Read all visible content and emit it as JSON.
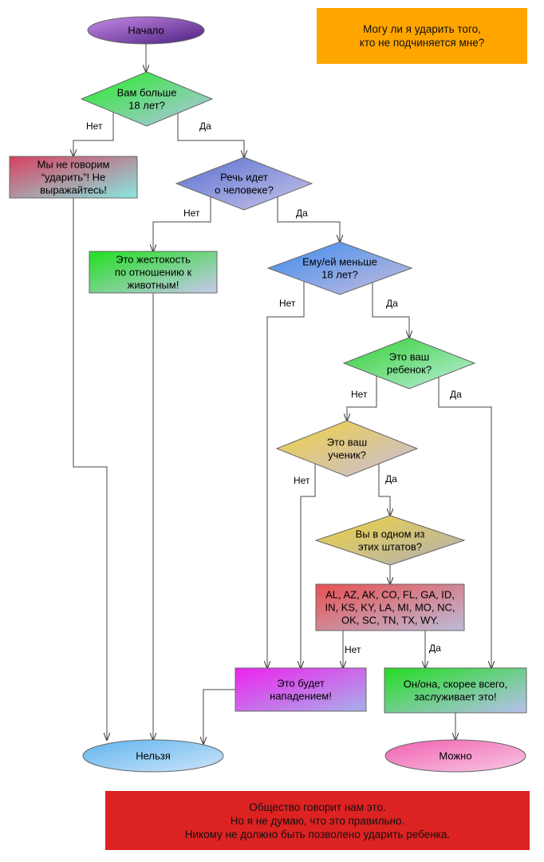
{
  "title_box": {
    "lines": [
      "Могу ли я ударить того,",
      "кто не подчиняется мне?"
    ],
    "color": "#ffa500"
  },
  "footer_box": {
    "lines": [
      "Общество говорит нам это.",
      "Но я не думаю, что это правильно.",
      "Никому не должно быть позволено ударить ребенка."
    ],
    "color": "#dd2222"
  },
  "nodes": {
    "start": {
      "lines": [
        "Начало"
      ],
      "shape": "ellipse"
    },
    "q_over18": {
      "lines": [
        "Вам больше",
        "18 лет?"
      ],
      "shape": "diamond"
    },
    "box_no_word": {
      "lines": [
        "Мы не говорим",
        "“ударить”! Не",
        "выражайтесь!"
      ],
      "shape": "rect"
    },
    "q_human": {
      "lines": [
        "Речь идет",
        "о человеке?"
      ],
      "shape": "diamond"
    },
    "box_animals": {
      "lines": [
        "Это жестокость",
        "по отношению к",
        "животным!"
      ],
      "shape": "rect"
    },
    "q_under18": {
      "lines": [
        "Ему/ей меньше",
        "18 лет?"
      ],
      "shape": "diamond"
    },
    "q_your_child": {
      "lines": [
        "Это ваш",
        "ребенок?"
      ],
      "shape": "diamond"
    },
    "q_student": {
      "lines": [
        "Это ваш",
        "ученик?"
      ],
      "shape": "diamond"
    },
    "q_states": {
      "lines": [
        "Вы в одном из",
        "этих штатов?"
      ],
      "shape": "diamond"
    },
    "box_states": {
      "lines": [
        "AL, AZ, AK, CO, FL, GA, ID,",
        "IN, KS, KY, LA, MI, MO, NC,",
        "OK, SC, TN, TX, WY."
      ],
      "shape": "rect"
    },
    "box_assault": {
      "lines": [
        "Это будет",
        "нападением!"
      ],
      "shape": "rect"
    },
    "box_deserves": {
      "lines": [
        "Он/она, скорее всего,",
        "заслуживает это!"
      ],
      "shape": "rect"
    },
    "end_no": {
      "lines": [
        "Нельзя"
      ],
      "shape": "ellipse"
    },
    "end_yes": {
      "lines": [
        "Можно"
      ],
      "shape": "ellipse"
    }
  },
  "edges": [
    {
      "from": "start",
      "to": "q_over18",
      "label": ""
    },
    {
      "from": "q_over18",
      "to": "box_no_word",
      "label": "Нет"
    },
    {
      "from": "q_over18",
      "to": "q_human",
      "label": "Да"
    },
    {
      "from": "box_no_word",
      "to": "end_no",
      "label": ""
    },
    {
      "from": "q_human",
      "to": "box_animals",
      "label": "Нет"
    },
    {
      "from": "q_human",
      "to": "q_under18",
      "label": "Да"
    },
    {
      "from": "box_animals",
      "to": "end_no",
      "label": ""
    },
    {
      "from": "q_under18",
      "to": "box_assault",
      "label": "Нет"
    },
    {
      "from": "q_under18",
      "to": "q_your_child",
      "label": "Да"
    },
    {
      "from": "q_your_child",
      "to": "q_student",
      "label": "Нет"
    },
    {
      "from": "q_your_child",
      "to": "box_deserves",
      "label": "Да"
    },
    {
      "from": "q_student",
      "to": "box_assault",
      "label": "Нет"
    },
    {
      "from": "q_student",
      "to": "q_states",
      "label": "Да"
    },
    {
      "from": "q_states",
      "to": "box_states",
      "label": ""
    },
    {
      "from": "box_states",
      "to": "box_assault",
      "label": "Нет"
    },
    {
      "from": "box_states",
      "to": "box_deserves",
      "label": "Да"
    },
    {
      "from": "box_assault",
      "to": "end_no",
      "label": ""
    },
    {
      "from": "box_deserves",
      "to": "end_yes",
      "label": ""
    }
  ],
  "colors": {
    "start": [
      "#c98ae8",
      "#4a2080"
    ],
    "q_over18": [
      "#22ee22",
      "#b8c2ee"
    ],
    "box_no_word": [
      "#d84060",
      "#88e8e0"
    ],
    "q_human": [
      "#5a70d0",
      "#c8c4e8"
    ],
    "box_animals": [
      "#20e020",
      "#c8c8ee"
    ],
    "q_under18": [
      "#3a8cf0",
      "#c8bcdc"
    ],
    "q_your_child": [
      "#30d030",
      "#c0eee0"
    ],
    "q_student": [
      "#f0d240",
      "#c8bcdc"
    ],
    "q_states": [
      "#f0d440",
      "#b0b0b8"
    ],
    "box_states": [
      "#e85050",
      "#bcbcd8"
    ],
    "box_assault": [
      "#ee22ee",
      "#a8b0e8"
    ],
    "box_deserves": [
      "#22dd22",
      "#b8c0ee"
    ],
    "end_no": [
      "#60b4f0",
      "#cce4f8"
    ],
    "end_yes": [
      "#f060b0",
      "#f8c8e4"
    ]
  }
}
